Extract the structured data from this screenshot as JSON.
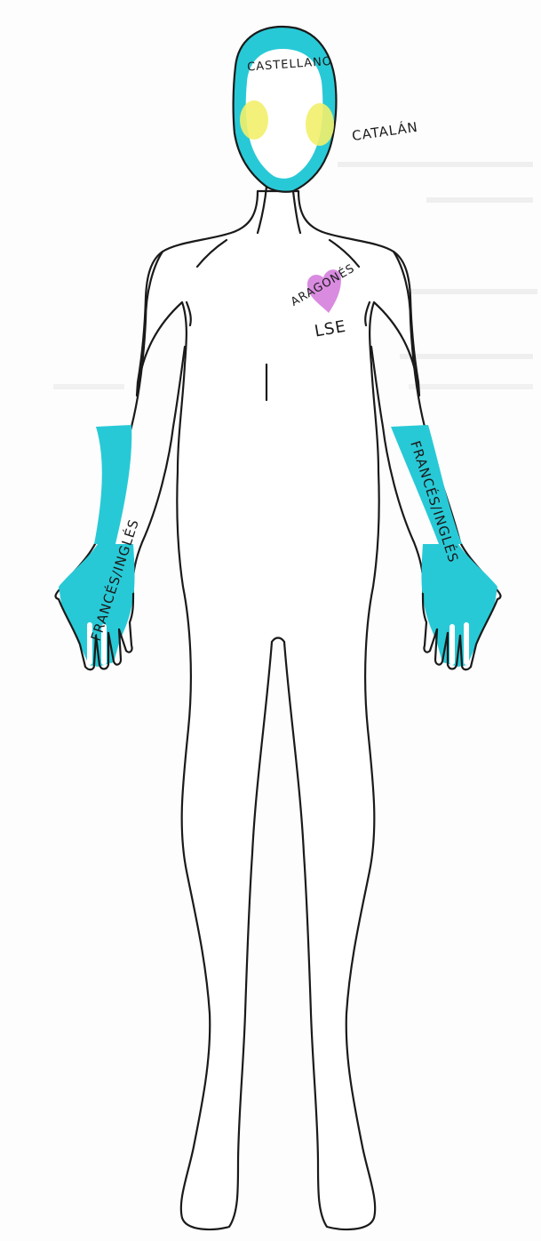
{
  "labels": {
    "head": "CASTELLANO",
    "cheek": "CATALÁN",
    "chest_top": "ARAGONÉS",
    "chest_bottom": "LSE",
    "left_arm": "FRANCÉS/INGLÉS",
    "right_arm": "FRANCÉS/INGLÉS"
  },
  "colors": {
    "outline": "#1a1a1a",
    "highlight_cyan": "#28c9d6",
    "highlight_yellow": "#f2f06a",
    "highlight_pink": "#d98be0",
    "paper": "#fdfdfd"
  },
  "icons": {
    "heart": "heart-icon",
    "figure": "human-body-outline"
  }
}
